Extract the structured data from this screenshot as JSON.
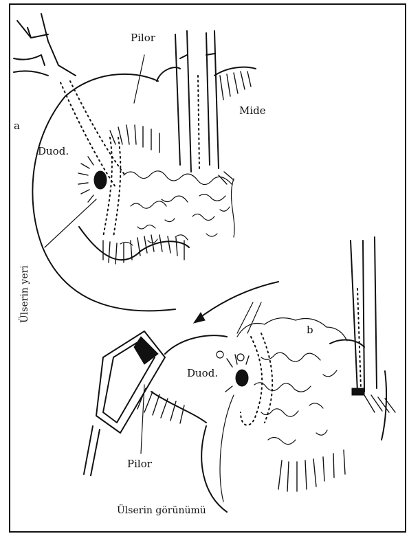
{
  "figure": {
    "labels": {
      "pilor_top": "Pilor",
      "mide": "Mide",
      "panel_a": "a",
      "duod_top": "Duod.",
      "ulcer_site": "Ülserin yeri",
      "panel_b": "b",
      "duod_bottom": "Duod.",
      "pilor_bottom": "Pilor",
      "ulcer_view": "Ülserin görünümü"
    }
  }
}
